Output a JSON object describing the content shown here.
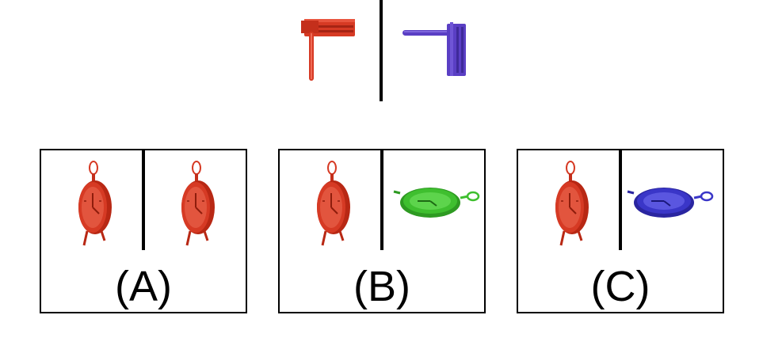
{
  "prompt": {
    "left_object": {
      "icon": "ratchet-noisemaker-icon",
      "color": "#d63a24"
    },
    "right_object": {
      "icon": "ratchet-noisemaker-icon",
      "color": "#5a3fc4"
    }
  },
  "options": [
    {
      "label": "(A)",
      "left": {
        "icon": "alarm-clock-icon",
        "color": "#d63a24",
        "orientation": "upright"
      },
      "right": {
        "icon": "alarm-clock-icon",
        "color": "#d63a24",
        "orientation": "upright"
      }
    },
    {
      "label": "(B)",
      "left": {
        "icon": "alarm-clock-icon",
        "color": "#d63a24",
        "orientation": "upright"
      },
      "right": {
        "icon": "alarm-clock-icon",
        "color": "#3fbf2f",
        "orientation": "rotated"
      }
    },
    {
      "label": "(C)",
      "left": {
        "icon": "alarm-clock-icon",
        "color": "#d63a24",
        "orientation": "upright"
      },
      "right": {
        "icon": "alarm-clock-icon",
        "color": "#3a36c8",
        "orientation": "rotated"
      }
    }
  ]
}
